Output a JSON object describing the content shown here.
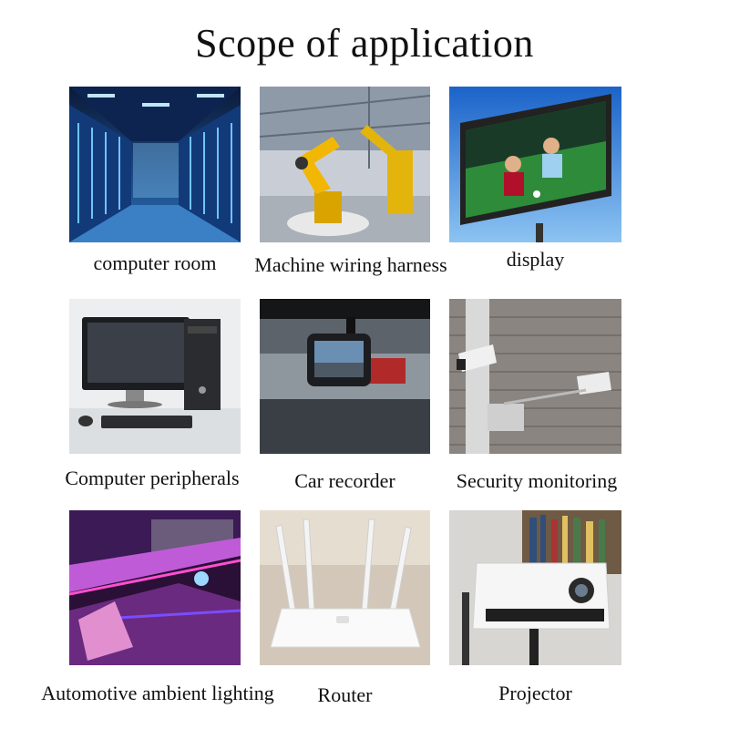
{
  "title": "Scope of application",
  "items": [
    {
      "label": "computer room",
      "icon": "server-room-icon"
    },
    {
      "label": "Machine wiring harness",
      "icon": "industrial-robot-icon"
    },
    {
      "label": "display",
      "icon": "billboard-display-icon"
    },
    {
      "label": "Computer peripherals",
      "icon": "desktop-computer-icon"
    },
    {
      "label": "Car recorder",
      "icon": "dashcam-icon"
    },
    {
      "label": "Security monitoring",
      "icon": "security-camera-icon"
    },
    {
      "label": "Automotive ambient lighting",
      "icon": "car-interior-lighting-icon"
    },
    {
      "label": "Router",
      "icon": "wifi-router-icon"
    },
    {
      "label": "Projector",
      "icon": "projector-icon"
    }
  ]
}
